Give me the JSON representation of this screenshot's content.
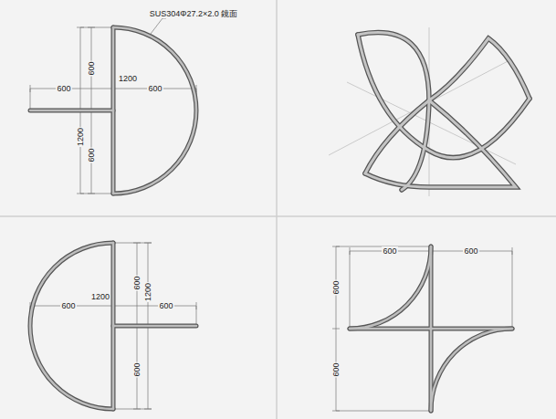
{
  "diagram": {
    "labels": [
      "SUS304Φ27.2×2.0 鏡面",
      "600",
      "1200",
      "600",
      "600",
      "1200",
      "600",
      "600",
      "1200",
      "600",
      "600",
      "1200",
      "600",
      "600",
      "600",
      "600",
      "600"
    ]
  }
}
